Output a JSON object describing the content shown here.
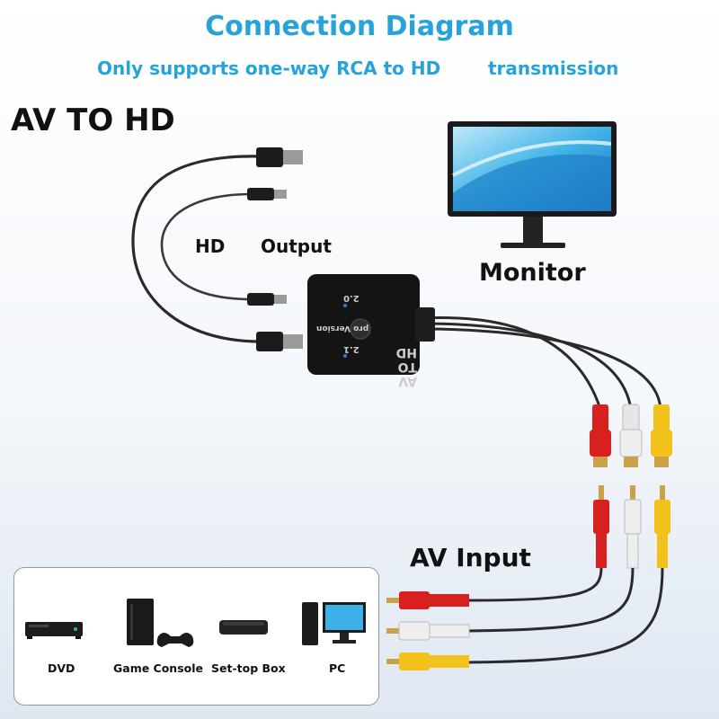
{
  "header": {
    "title": "Connection Diagram",
    "subtitle_part1": "Only supports one-way RCA to HD",
    "subtitle_part2": "transmission"
  },
  "product_label": "AV TO HD",
  "labels": {
    "hd": "HD",
    "output": "Output",
    "monitor": "Monitor",
    "av_input": "AV Input"
  },
  "converter": {
    "face_text": "AV TO HD",
    "switch_text": "pro Version",
    "mode_a": "2.0",
    "mode_b": "2.1"
  },
  "devices": [
    {
      "label": "DVD",
      "icon": "dvd-player-icon"
    },
    {
      "label": "Game Console",
      "icon": "game-console-icon"
    },
    {
      "label": "Set-top Box",
      "icon": "set-top-box-icon"
    },
    {
      "label": "PC",
      "icon": "pc-icon"
    }
  ],
  "colors": {
    "accent": "#27a3d9",
    "rca_red": "#d8201f",
    "rca_white": "#eeeeee",
    "rca_yellow": "#f2c21a"
  }
}
